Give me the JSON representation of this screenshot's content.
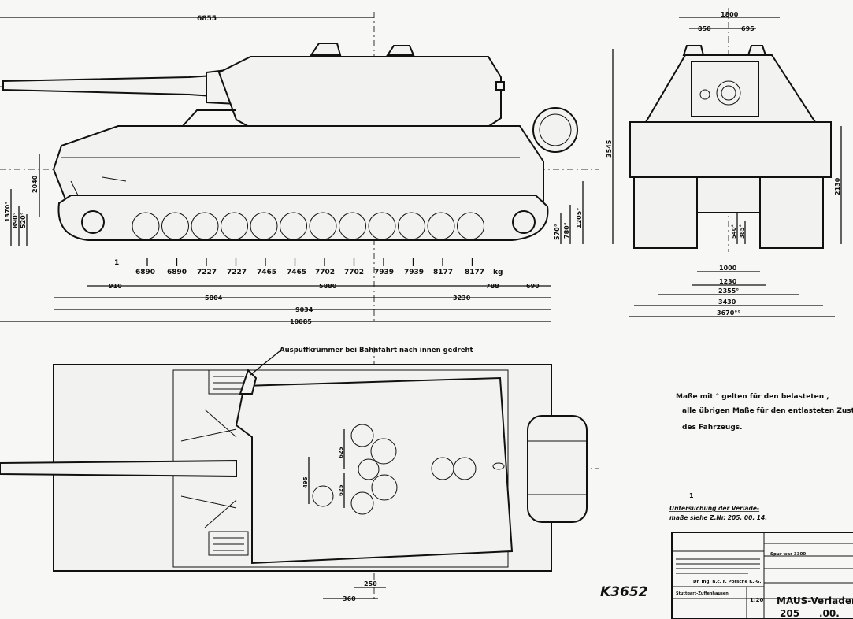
{
  "side_view": {
    "dims": {
      "overall_top": "6855",
      "height_2040": "2040",
      "h_1370": "1370°",
      "h_890": "890°",
      "h_520": "520°",
      "h_570": "570°",
      "h_780": "780°",
      "h_1205": "1205°",
      "len_910": "910",
      "len_5880": "5880",
      "len_788": "788",
      "len_690": "690",
      "len_5804": "5804",
      "len_3230": "3230",
      "len_9034": "9034",
      "len_10085": "10085"
    },
    "loads_unit": "kg",
    "axle_loads": [
      "6890",
      "6890",
      "7227",
      "7227",
      "7465",
      "7465",
      "7702",
      "7702",
      "7939",
      "7939",
      "8177",
      "8177"
    ],
    "marker_1": "1"
  },
  "front_view": {
    "dims": {
      "w_1800": "1800",
      "w_850": "850",
      "w_695": "695",
      "h_3545": "3545",
      "h_2130": "2130",
      "h_540": "540°",
      "h_385": "385°",
      "w_1000": "1000",
      "w_1230": "1230",
      "w_2355": "2355°",
      "w_3430": "3430",
      "w_3670": "3670°°"
    }
  },
  "top_view": {
    "exhaust_note": "Auspuffkrümmer bei Bahnfahrt nach innen gedreht",
    "dims": {
      "d_495": "495",
      "d_625a": "625",
      "d_625b": "625",
      "d_250": "250",
      "d_360": "360"
    }
  },
  "notes": {
    "line1": "Maße mit ° gelten für den belasteten ,",
    "line2": "alle übrigen Maße für den entlasteten Zustand",
    "line3": "des Fahrzeugs."
  },
  "reference": {
    "marker": "1",
    "line1": "Untersuchung der Verlade-",
    "line2": "maße siehe Z.Nr. 205. 00. 14."
  },
  "stamp": "K3652",
  "title_block": {
    "company": "Dr. Ing. h.c. F. Porsche K.-G.",
    "city": "Stuttgart-Zuffenhausen",
    "scale": "1:20",
    "title": "MAUS-Verlademaße",
    "drawing_no_a": "205",
    "drawing_no_b": ".00.",
    "rev_text": "Spur war 3300"
  }
}
